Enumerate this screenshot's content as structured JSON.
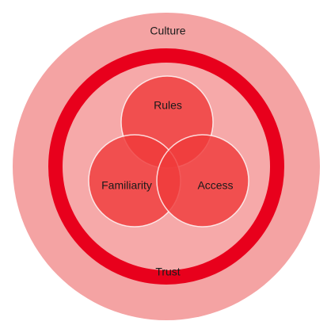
{
  "diagram": {
    "outer_label": "Culture",
    "ring_label": "Trust",
    "circles": {
      "top": "Rules",
      "left": "Familiarity",
      "right": "Access"
    }
  },
  "colors": {
    "background": "#ffffff",
    "outer_fill": "#f4a3a3",
    "ring_stroke": "#e8001c",
    "inner_area_fill": "#f6a9a9",
    "circle_fill": "#ef3a3a",
    "circle_stroke": "#ffffff"
  }
}
